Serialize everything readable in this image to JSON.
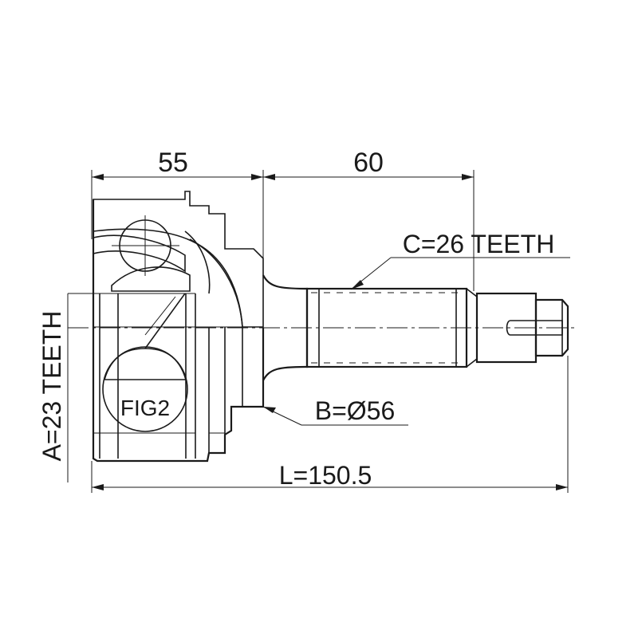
{
  "dimensions": {
    "top_left_width": "55",
    "top_right_width": "60",
    "overall_length": "L=150.5",
    "spline_c": "C=26 TEETH",
    "seal_b": "B=Ø56",
    "spline_a": "A=23 TEETH"
  },
  "detail_label": "FIG2"
}
